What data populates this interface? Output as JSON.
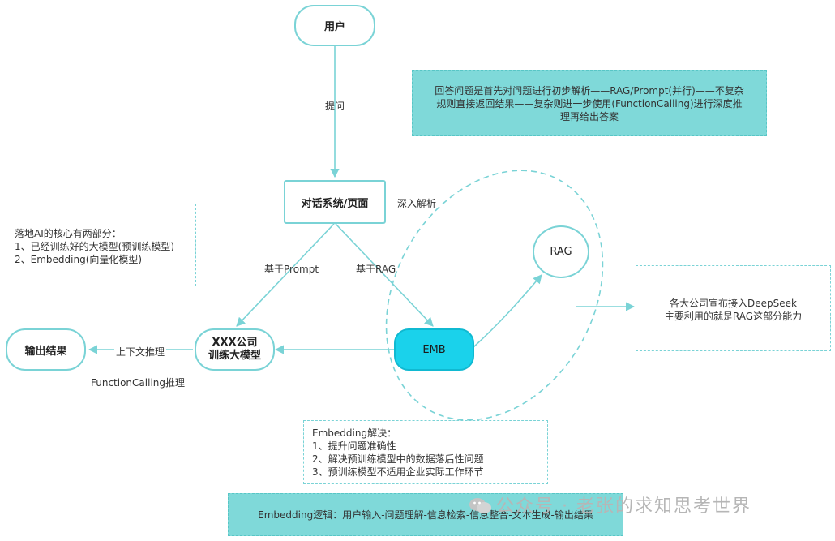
{
  "nodes": {
    "user": "用户",
    "dialog": "对话系统/页面",
    "rag": "RAG",
    "emb": "EMB",
    "model_line1": "XXX公司",
    "model_line2": "训练大模型",
    "output": "输出结果"
  },
  "edge_labels": {
    "ask": "提问",
    "deep_parse": "深入解析",
    "based_prompt": "基于Prompt",
    "based_rag": "基于RAG",
    "context_reasoning": "上下文推理",
    "function_calling": "FunctionCalling推理"
  },
  "notes": {
    "top_right": [
      "回答问题是首先对问题进行初步解析——RAG/Prompt(并行)——不复杂",
      "规则直接返回结果——复杂则进一步使用(FunctionCalling)进行深度推",
      "理再给出答案"
    ],
    "left": [
      "落地AI的核心有两部分：",
      "1、已经训练好的大模型(预训练模型)",
      "2、Embedding(向量化模型)"
    ],
    "right": [
      "各大公司宣布接入DeepSeek",
      "主要利用的就是RAG这部分能力"
    ],
    "embedding_solve": [
      "Embedding解决：",
      "1、提升问题准确性",
      "2、解决预训练模型中的数据落后性问题",
      "3、预训练模型不适用企业实际工作环节"
    ],
    "embedding_logic": "Embedding逻辑：用户输入-问题理解-信息检索-信息整合-文本生成-输出结果"
  },
  "watermark": "公众号 · 老张的求知思考世界",
  "colors": {
    "line": "#7ad3d6",
    "emb_fill": "#1ad2eb",
    "note_fill": "#7fd9d9"
  }
}
